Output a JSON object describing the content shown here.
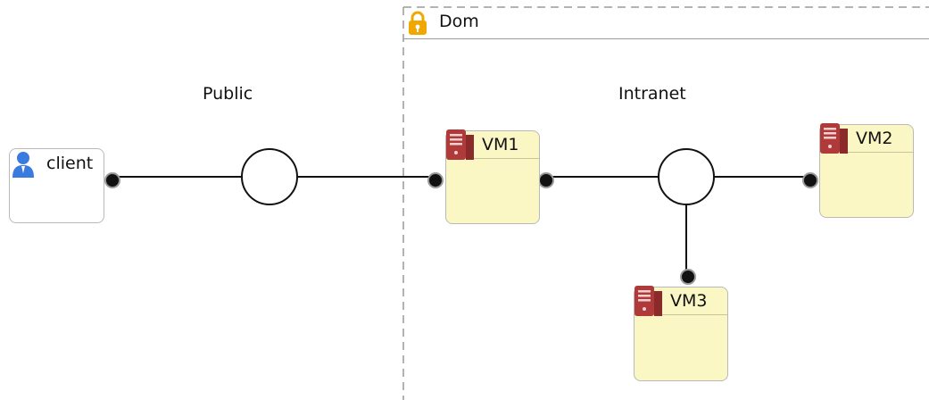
{
  "domain": {
    "title": "Dom",
    "icon": "lock-icon",
    "accent": "#f0a800"
  },
  "networks": [
    {
      "id": "public",
      "label": "Public"
    },
    {
      "id": "intranet",
      "label": "Intranet"
    }
  ],
  "nodes": [
    {
      "id": "client",
      "label": "client",
      "icon": "user-icon",
      "icon_color": "#3a7be0"
    },
    {
      "id": "vm1",
      "label": "VM1",
      "icon": "server-icon",
      "icon_color": "#b03a3a"
    },
    {
      "id": "vm2",
      "label": "VM2",
      "icon": "server-icon",
      "icon_color": "#b03a3a"
    },
    {
      "id": "vm3",
      "label": "VM3",
      "icon": "server-icon",
      "icon_color": "#b03a3a"
    }
  ],
  "links": [
    {
      "from": "client",
      "to": "public"
    },
    {
      "from": "public",
      "to": "vm1"
    },
    {
      "from": "vm1",
      "to": "intranet"
    },
    {
      "from": "intranet",
      "to": "vm2"
    },
    {
      "from": "intranet",
      "to": "vm3"
    }
  ]
}
